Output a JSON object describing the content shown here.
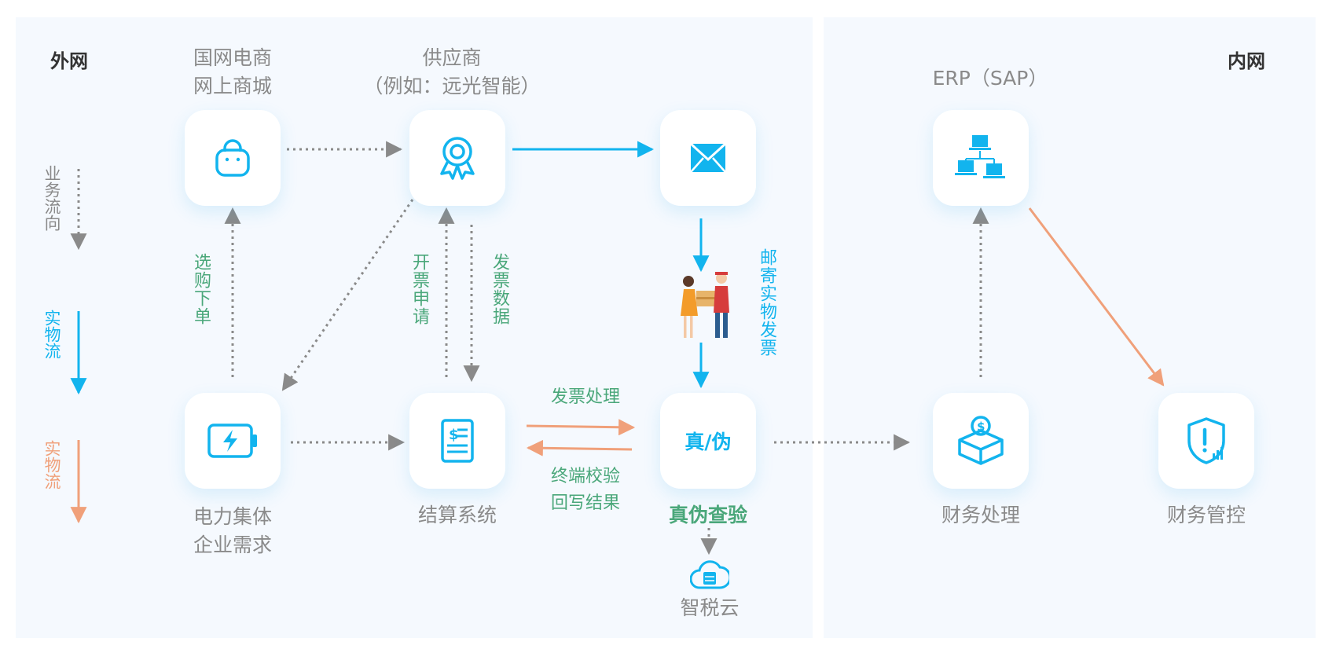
{
  "zones": {
    "outer": "外网",
    "inner": "内网"
  },
  "legend": [
    {
      "text": "业务流向",
      "color": "#8a8a8a"
    },
    {
      "text": "实物流",
      "color": "#12b4ee"
    },
    {
      "text": "实物流",
      "color": "#f0a07a"
    }
  ],
  "nodes": {
    "mall": {
      "line1": "国网电商",
      "line2": "网上商城",
      "icon": "shopping-bag-icon"
    },
    "supplier": {
      "line1": "供应商",
      "line2": "（例如：远光智能）",
      "icon": "award-icon"
    },
    "mail": {
      "icon": "envelope-icon"
    },
    "erp": {
      "line1": "ERP（SAP）",
      "icon": "network-icon"
    },
    "enterprise": {
      "line1": "电力集体",
      "line2": "企业需求",
      "icon": "battery-icon"
    },
    "settlement": {
      "line1": "结算系统",
      "icon": "invoice-document-icon"
    },
    "verify": {
      "center": "真/伪",
      "line1": "真伪查验"
    },
    "finance": {
      "line1": "财务处理",
      "icon": "money-box-icon"
    },
    "control": {
      "line1": "财务管控",
      "icon": "shield-alert-icon"
    },
    "taxcloud": {
      "line1": "智税云",
      "icon": "cloud-server-icon"
    }
  },
  "edges": {
    "order": "选购下单",
    "invoice_apply": "开票申请",
    "invoice_data": "发票数据",
    "mail_invoice": "邮寄实物发票",
    "invoice_process": "发票处理",
    "terminal_check1": "终端校验",
    "terminal_check2": "回写结果"
  },
  "colors": {
    "blue": "#12b4ee",
    "gray": "#8a8a8a",
    "orange": "#f0a07a",
    "green": "#4aa77a",
    "panel": "#f5f9fe"
  }
}
